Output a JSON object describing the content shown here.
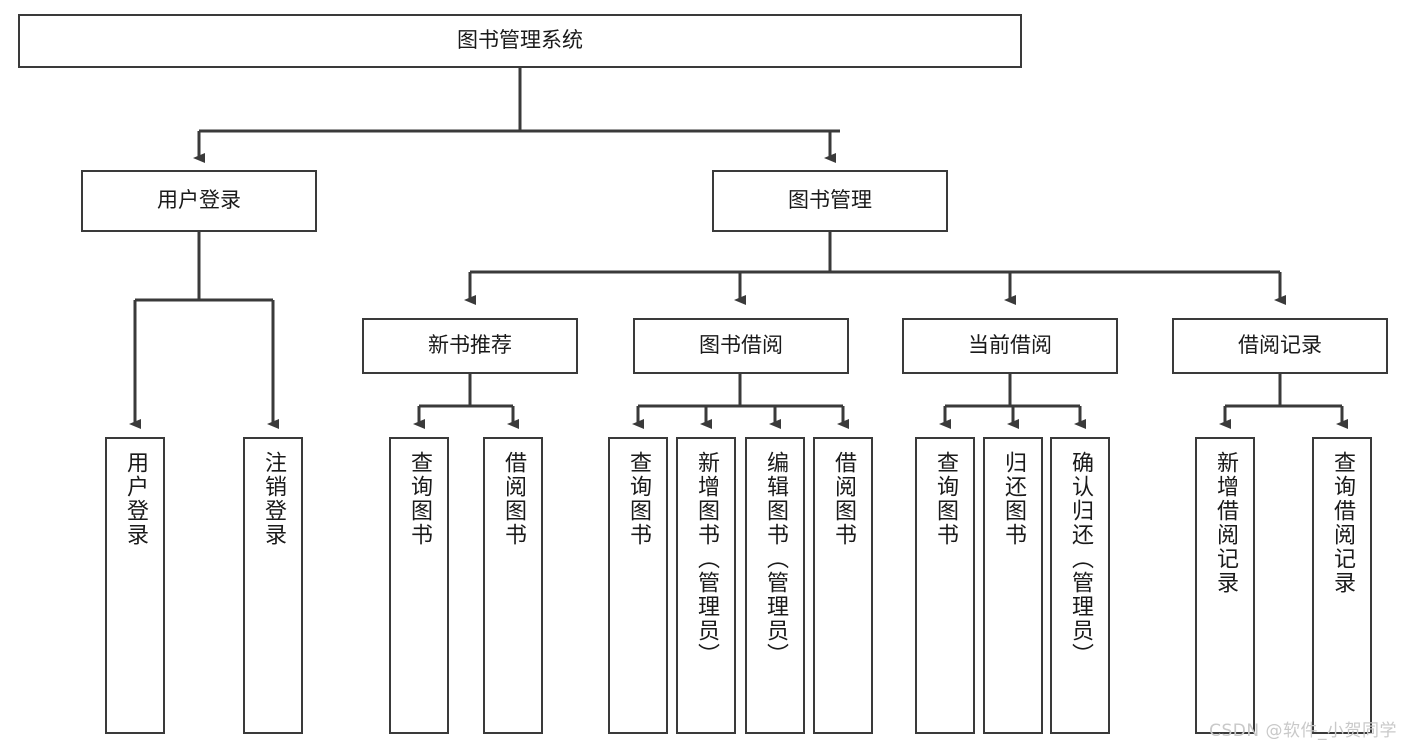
{
  "diagram": {
    "type": "tree-hierarchy",
    "title": "图书管理系统",
    "watermark": "CSDN @软件_小贺同学",
    "colors": {
      "stroke": "#3a3a3a",
      "fill": "#ffffff",
      "text": "#1a1a1a",
      "watermark": "#c9c9c9"
    },
    "nodes": {
      "root": {
        "label": "图书管理系统"
      },
      "level2": [
        {
          "id": "user-login",
          "label": "用户登录"
        },
        {
          "id": "book-manage",
          "label": "图书管理"
        }
      ],
      "level3": [
        {
          "id": "new-book-recommend",
          "label": "新书推荐"
        },
        {
          "id": "book-borrow",
          "label": "图书借阅"
        },
        {
          "id": "current-borrow",
          "label": "当前借阅"
        },
        {
          "id": "borrow-record",
          "label": "借阅记录"
        }
      ],
      "leaves": {
        "user-login": [
          {
            "id": "leaf-user-login",
            "label": "用户登录"
          },
          {
            "id": "leaf-logout",
            "label": "注销登录"
          }
        ],
        "new-book-recommend": [
          {
            "id": "leaf-query-book-1",
            "label": "查询图书"
          },
          {
            "id": "leaf-borrow-book-1",
            "label": "借阅图书"
          }
        ],
        "book-borrow": [
          {
            "id": "leaf-query-book-2",
            "label": "查询图书"
          },
          {
            "id": "leaf-add-book",
            "label": "新增图书（管理员）"
          },
          {
            "id": "leaf-edit-book",
            "label": "编辑图书（管理员）"
          },
          {
            "id": "leaf-borrow-book-2",
            "label": "借阅图书"
          }
        ],
        "current-borrow": [
          {
            "id": "leaf-query-book-3",
            "label": "查询图书"
          },
          {
            "id": "leaf-return-book",
            "label": "归还图书"
          },
          {
            "id": "leaf-confirm-return",
            "label": "确认归还（管理员）"
          }
        ],
        "borrow-record": [
          {
            "id": "leaf-add-record",
            "label": "新增借阅记录"
          },
          {
            "id": "leaf-query-record",
            "label": "查询借阅记录"
          }
        ]
      }
    }
  }
}
